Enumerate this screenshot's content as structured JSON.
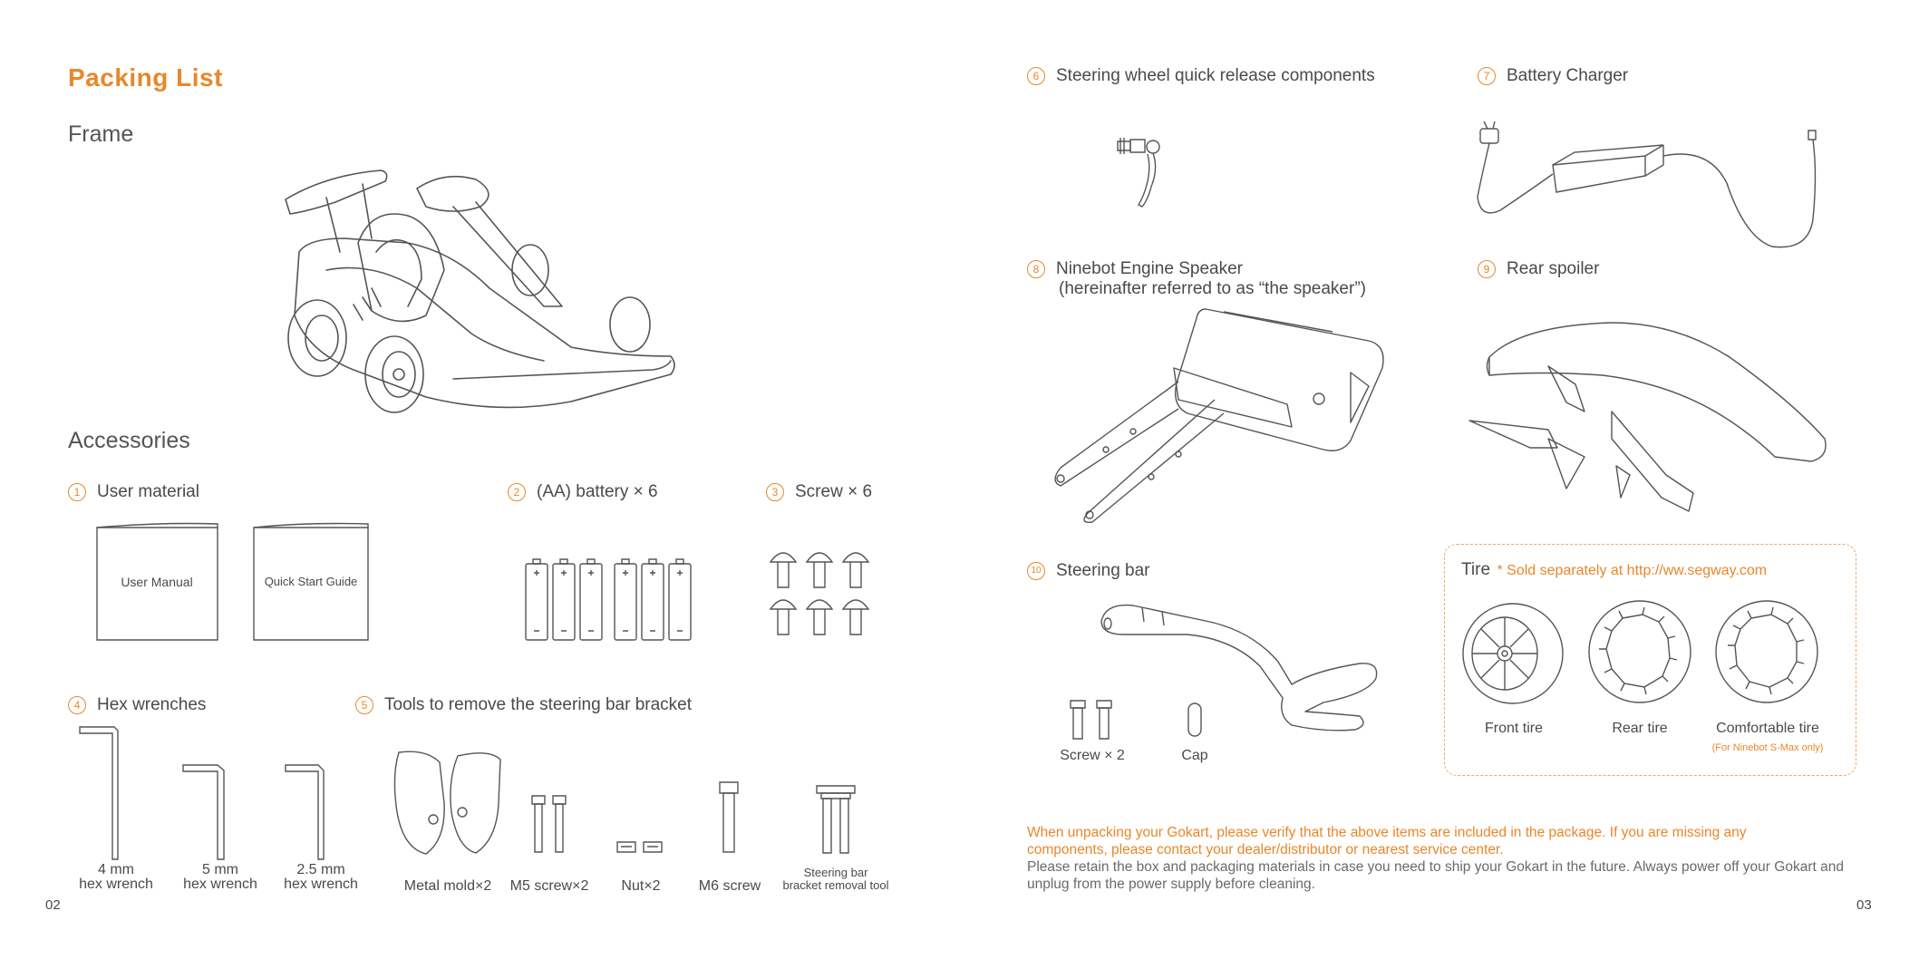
{
  "left_page": {
    "title": "Packing List",
    "frame_heading": "Frame",
    "accessories_heading": "Accessories",
    "page_number": "02",
    "items": {
      "user_material": {
        "num": "1",
        "label": "User material",
        "user_manual": "User Manual",
        "quick_start": "Quick Start Guide"
      },
      "battery": {
        "num": "2",
        "label": "(AA) battery × 6"
      },
      "screw": {
        "num": "3",
        "label": "Screw × 6"
      },
      "hex": {
        "num": "4",
        "label": "Hex wrenches",
        "wrenches": [
          {
            "size": "4 mm",
            "name": "hex wrench"
          },
          {
            "size": "5 mm",
            "name": "hex wrench"
          },
          {
            "size": "2.5 mm",
            "name": "hex wrench"
          }
        ]
      },
      "tools": {
        "num": "5",
        "label": "Tools to remove the steering bar bracket",
        "metal_mold": "Metal mold×2",
        "m5_screw": "M5 screw×2",
        "nut": "Nut×2",
        "m6_screw": "M6 screw",
        "bracket_tool_1": "Steering bar",
        "bracket_tool_2": "bracket removal tool"
      }
    }
  },
  "right_page": {
    "page_number": "03",
    "items": {
      "steering_wheel": {
        "num": "6",
        "label": "Steering wheel quick release components"
      },
      "charger": {
        "num": "7",
        "label": "Battery Charger"
      },
      "speaker": {
        "num": "8",
        "label_line1": "Ninebot Engine Speaker",
        "label_line2": "(hereinafter referred to as “the speaker”)"
      },
      "spoiler": {
        "num": "9",
        "label": "Rear spoiler"
      },
      "steering_bar": {
        "num": "10",
        "label": "Steering bar",
        "screw": "Screw × 2",
        "cap": "Cap"
      }
    },
    "tire": {
      "heading": "Tire",
      "sold_note": "* Sold separately at http://ww.segway.com",
      "front": "Front tire",
      "rear": "Rear tire",
      "comfortable": "Comfortable tire",
      "comfortable_note": "(For Ninebot S-Max only)"
    },
    "notes": {
      "orange": "When unpacking your Gokart, please verify that the above items are included in the package. If you are missing any components, please contact your dealer/distributor or nearest service center.",
      "gray": "Please retain the box and packaging materials in case you need to ship your Gokart in the future. Always power off your Gokart and unplug from the power supply before cleaning."
    },
    "colors": {
      "accent": "#e8872a",
      "text": "#4a4a4a",
      "line": "#555555"
    }
  }
}
